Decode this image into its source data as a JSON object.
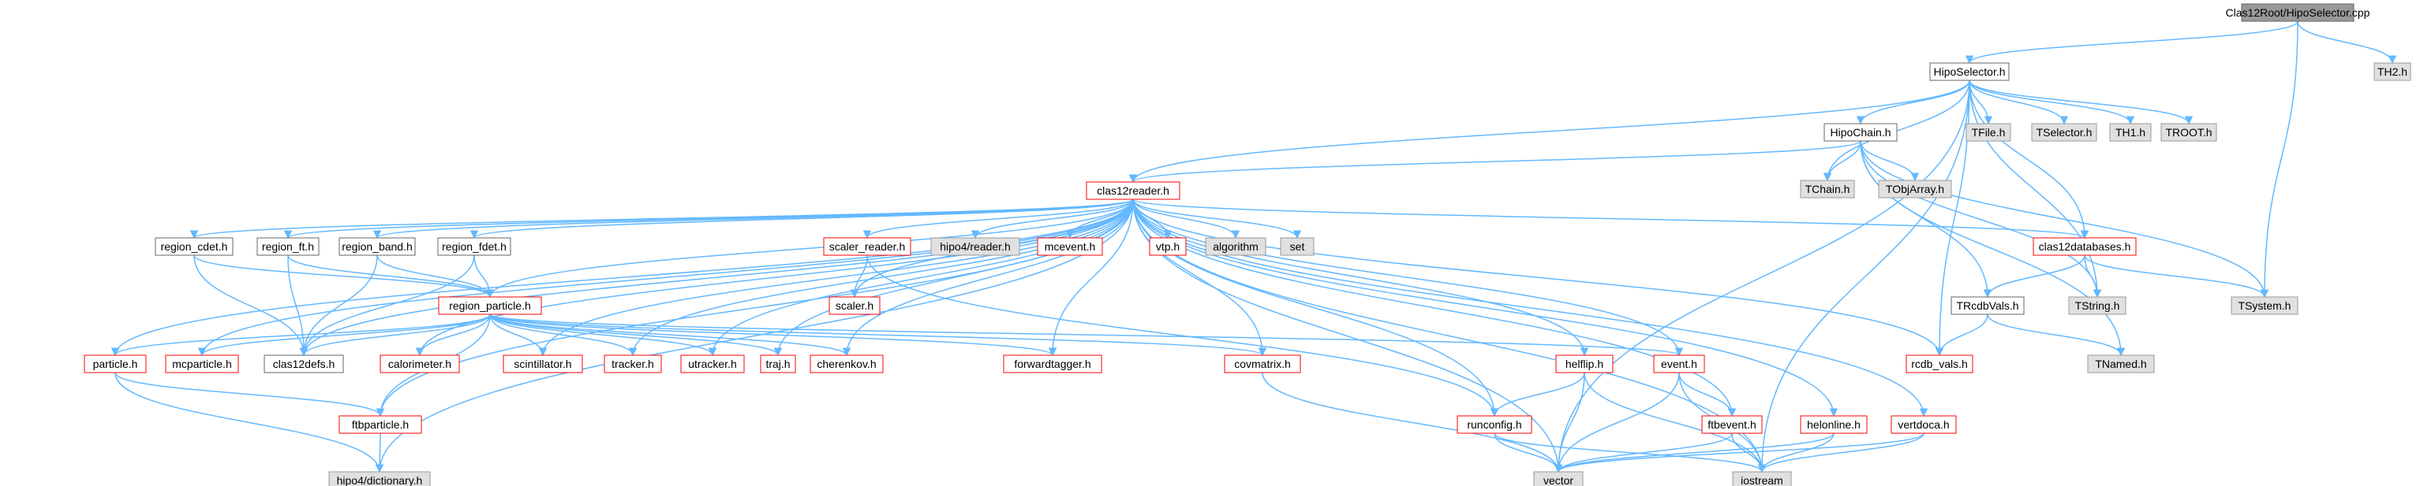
{
  "diagram": {
    "colors": {
      "root_fill": "#999999",
      "project_fill": "#ffffff",
      "external_fill": "#e0e0e0",
      "truncated_border": "#ff0000",
      "normal_border": "#666666",
      "external_border": "#999999",
      "edge": "#63b8ff",
      "text": "#000000"
    },
    "nodes": [
      {
        "id": "root",
        "label": "Clas12Root/HipoSelector.cpp",
        "style": "root"
      },
      {
        "id": "hiposelector",
        "label": "HipoSelector.h",
        "style": "project"
      },
      {
        "id": "th2",
        "label": "TH2.h",
        "style": "external"
      },
      {
        "id": "hipochain",
        "label": "HipoChain.h",
        "style": "project"
      },
      {
        "id": "tfile",
        "label": "TFile.h",
        "style": "external"
      },
      {
        "id": "tselector",
        "label": "TSelector.h",
        "style": "external"
      },
      {
        "id": "th1",
        "label": "TH1.h",
        "style": "external"
      },
      {
        "id": "troot",
        "label": "TROOT.h",
        "style": "external"
      },
      {
        "id": "clas12reader",
        "label": "clas12reader.h",
        "style": "truncated"
      },
      {
        "id": "tchain",
        "label": "TChain.h",
        "style": "external"
      },
      {
        "id": "tobjarray",
        "label": "TObjArray.h",
        "style": "external"
      },
      {
        "id": "region_cdet",
        "label": "region_cdet.h",
        "style": "project"
      },
      {
        "id": "region_ft",
        "label": "region_ft.h",
        "style": "project"
      },
      {
        "id": "region_band",
        "label": "region_band.h",
        "style": "project"
      },
      {
        "id": "region_fdet",
        "label": "region_fdet.h",
        "style": "project"
      },
      {
        "id": "scaler_reader",
        "label": "scaler_reader.h",
        "style": "truncated"
      },
      {
        "id": "hipo_reader",
        "label": "hipo4/reader.h",
        "style": "external"
      },
      {
        "id": "mcevent",
        "label": "mcevent.h",
        "style": "truncated"
      },
      {
        "id": "vtp",
        "label": "vtp.h",
        "style": "truncated"
      },
      {
        "id": "algorithm",
        "label": "algorithm",
        "style": "external"
      },
      {
        "id": "set",
        "label": "set",
        "style": "external"
      },
      {
        "id": "clas12databases",
        "label": "clas12databases.h",
        "style": "truncated"
      },
      {
        "id": "region_particle",
        "label": "region_particle.h",
        "style": "truncated"
      },
      {
        "id": "scaler",
        "label": "scaler.h",
        "style": "truncated"
      },
      {
        "id": "trcdbvals",
        "label": "TRcdbVals.h",
        "style": "project"
      },
      {
        "id": "tstring",
        "label": "TString.h",
        "style": "external"
      },
      {
        "id": "tsystem",
        "label": "TSystem.h",
        "style": "external"
      },
      {
        "id": "particle",
        "label": "particle.h",
        "style": "truncated"
      },
      {
        "id": "mcparticle",
        "label": "mcparticle.h",
        "style": "truncated"
      },
      {
        "id": "clas12defs",
        "label": "clas12defs.h",
        "style": "project"
      },
      {
        "id": "calorimeter",
        "label": "calorimeter.h",
        "style": "truncated"
      },
      {
        "id": "scintillator",
        "label": "scintillator.h",
        "style": "truncated"
      },
      {
        "id": "tracker",
        "label": "tracker.h",
        "style": "truncated"
      },
      {
        "id": "utracker",
        "label": "utracker.h",
        "style": "truncated"
      },
      {
        "id": "traj",
        "label": "traj.h",
        "style": "truncated"
      },
      {
        "id": "cherenkov",
        "label": "cherenkov.h",
        "style": "truncated"
      },
      {
        "id": "forwardtagger",
        "label": "forwardtagger.h",
        "style": "truncated"
      },
      {
        "id": "covmatrix",
        "label": "covmatrix.h",
        "style": "truncated"
      },
      {
        "id": "helflip",
        "label": "helflip.h",
        "style": "truncated"
      },
      {
        "id": "event",
        "label": "event.h",
        "style": "truncated"
      },
      {
        "id": "rcdb_vals",
        "label": "rcdb_vals.h",
        "style": "truncated"
      },
      {
        "id": "tnamed",
        "label": "TNamed.h",
        "style": "external"
      },
      {
        "id": "ftbparticle",
        "label": "ftbparticle.h",
        "style": "truncated"
      },
      {
        "id": "runconfig",
        "label": "runconfig.h",
        "style": "truncated"
      },
      {
        "id": "ftbevent",
        "label": "ftbevent.h",
        "style": "truncated"
      },
      {
        "id": "helonline",
        "label": "helonline.h",
        "style": "truncated"
      },
      {
        "id": "vertdoca",
        "label": "vertdoca.h",
        "style": "truncated"
      },
      {
        "id": "hipo_dictionary",
        "label": "hipo4/dictionary.h",
        "style": "external"
      },
      {
        "id": "vector",
        "label": "vector",
        "style": "external"
      },
      {
        "id": "iostream",
        "label": "iostream",
        "style": "external"
      }
    ],
    "edges": [
      [
        "root",
        "hiposelector"
      ],
      [
        "root",
        "th2"
      ],
      [
        "root",
        "tsystem"
      ],
      [
        "hiposelector",
        "hipochain"
      ],
      [
        "hiposelector",
        "tfile"
      ],
      [
        "hiposelector",
        "tselector"
      ],
      [
        "hiposelector",
        "th1"
      ],
      [
        "hiposelector",
        "troot"
      ],
      [
        "hiposelector",
        "clas12reader"
      ],
      [
        "hiposelector",
        "tchain"
      ],
      [
        "hiposelector",
        "clas12databases"
      ],
      [
        "hiposelector",
        "tstring"
      ],
      [
        "hiposelector",
        "rcdb_vals"
      ],
      [
        "hiposelector",
        "vector"
      ],
      [
        "hiposelector",
        "iostream"
      ],
      [
        "hipochain",
        "clas12reader"
      ],
      [
        "hipochain",
        "tchain"
      ],
      [
        "hipochain",
        "tobjarray"
      ],
      [
        "hipochain",
        "trcdbvals"
      ],
      [
        "hipochain",
        "tstring"
      ],
      [
        "hipochain",
        "tsystem"
      ],
      [
        "hipochain",
        "tnamed"
      ],
      [
        "clas12reader",
        "region_cdet"
      ],
      [
        "clas12reader",
        "region_ft"
      ],
      [
        "clas12reader",
        "region_band"
      ],
      [
        "clas12reader",
        "region_fdet"
      ],
      [
        "clas12reader",
        "scaler_reader"
      ],
      [
        "clas12reader",
        "hipo_reader"
      ],
      [
        "clas12reader",
        "mcevent"
      ],
      [
        "clas12reader",
        "vtp"
      ],
      [
        "clas12reader",
        "algorithm"
      ],
      [
        "clas12reader",
        "set"
      ],
      [
        "clas12reader",
        "clas12databases"
      ],
      [
        "clas12reader",
        "region_particle"
      ],
      [
        "clas12reader",
        "scaler"
      ],
      [
        "clas12reader",
        "particle"
      ],
      [
        "clas12reader",
        "mcparticle"
      ],
      [
        "clas12reader",
        "clas12defs"
      ],
      [
        "clas12reader",
        "calorimeter"
      ],
      [
        "clas12reader",
        "scintillator"
      ],
      [
        "clas12reader",
        "tracker"
      ],
      [
        "clas12reader",
        "utracker"
      ],
      [
        "clas12reader",
        "traj"
      ],
      [
        "clas12reader",
        "cherenkov"
      ],
      [
        "clas12reader",
        "forwardtagger"
      ],
      [
        "clas12reader",
        "covmatrix"
      ],
      [
        "clas12reader",
        "helflip"
      ],
      [
        "clas12reader",
        "event"
      ],
      [
        "clas12reader",
        "rcdb_vals"
      ],
      [
        "clas12reader",
        "ftbparticle"
      ],
      [
        "clas12reader",
        "runconfig"
      ],
      [
        "clas12reader",
        "ftbevent"
      ],
      [
        "clas12reader",
        "helonline"
      ],
      [
        "clas12reader",
        "vertdoca"
      ],
      [
        "clas12reader",
        "hipo_dictionary"
      ],
      [
        "clas12reader",
        "vector"
      ],
      [
        "clas12reader",
        "iostream"
      ],
      [
        "region_cdet",
        "region_particle"
      ],
      [
        "region_cdet",
        "clas12defs"
      ],
      [
        "region_ft",
        "region_particle"
      ],
      [
        "region_ft",
        "clas12defs"
      ],
      [
        "region_band",
        "region_particle"
      ],
      [
        "region_band",
        "clas12defs"
      ],
      [
        "region_fdet",
        "region_particle"
      ],
      [
        "region_fdet",
        "clas12defs"
      ],
      [
        "scaler_reader",
        "scaler"
      ],
      [
        "scaler_reader",
        "runconfig"
      ],
      [
        "clas12databases",
        "trcdbvals"
      ],
      [
        "clas12databases",
        "tstring"
      ],
      [
        "clas12databases",
        "tsystem"
      ],
      [
        "trcdbvals",
        "rcdb_vals"
      ],
      [
        "trcdbvals",
        "tnamed"
      ],
      [
        "region_particle",
        "particle"
      ],
      [
        "region_particle",
        "mcparticle"
      ],
      [
        "region_particle",
        "clas12defs"
      ],
      [
        "region_particle",
        "calorimeter"
      ],
      [
        "region_particle",
        "scintillator"
      ],
      [
        "region_particle",
        "tracker"
      ],
      [
        "region_particle",
        "utracker"
      ],
      [
        "region_particle",
        "traj"
      ],
      [
        "region_particle",
        "cherenkov"
      ],
      [
        "region_particle",
        "forwardtagger"
      ],
      [
        "region_particle",
        "covmatrix"
      ],
      [
        "region_particle",
        "event"
      ],
      [
        "region_particle",
        "ftbparticle"
      ],
      [
        "particle",
        "ftbparticle"
      ],
      [
        "particle",
        "hipo_dictionary"
      ],
      [
        "ftbparticle",
        "hipo_dictionary"
      ],
      [
        "covmatrix",
        "vector"
      ],
      [
        "helflip",
        "runconfig"
      ],
      [
        "helflip",
        "vector"
      ],
      [
        "helflip",
        "iostream"
      ],
      [
        "event",
        "ftbevent"
      ],
      [
        "event",
        "vector"
      ],
      [
        "event",
        "iostream"
      ],
      [
        "runconfig",
        "vector"
      ],
      [
        "runconfig",
        "iostream"
      ],
      [
        "ftbevent",
        "vector"
      ],
      [
        "ftbevent",
        "iostream"
      ],
      [
        "helonline",
        "vector"
      ],
      [
        "helonline",
        "iostream"
      ],
      [
        "vertdoca",
        "vector"
      ],
      [
        "vertdoca",
        "iostream"
      ]
    ]
  }
}
